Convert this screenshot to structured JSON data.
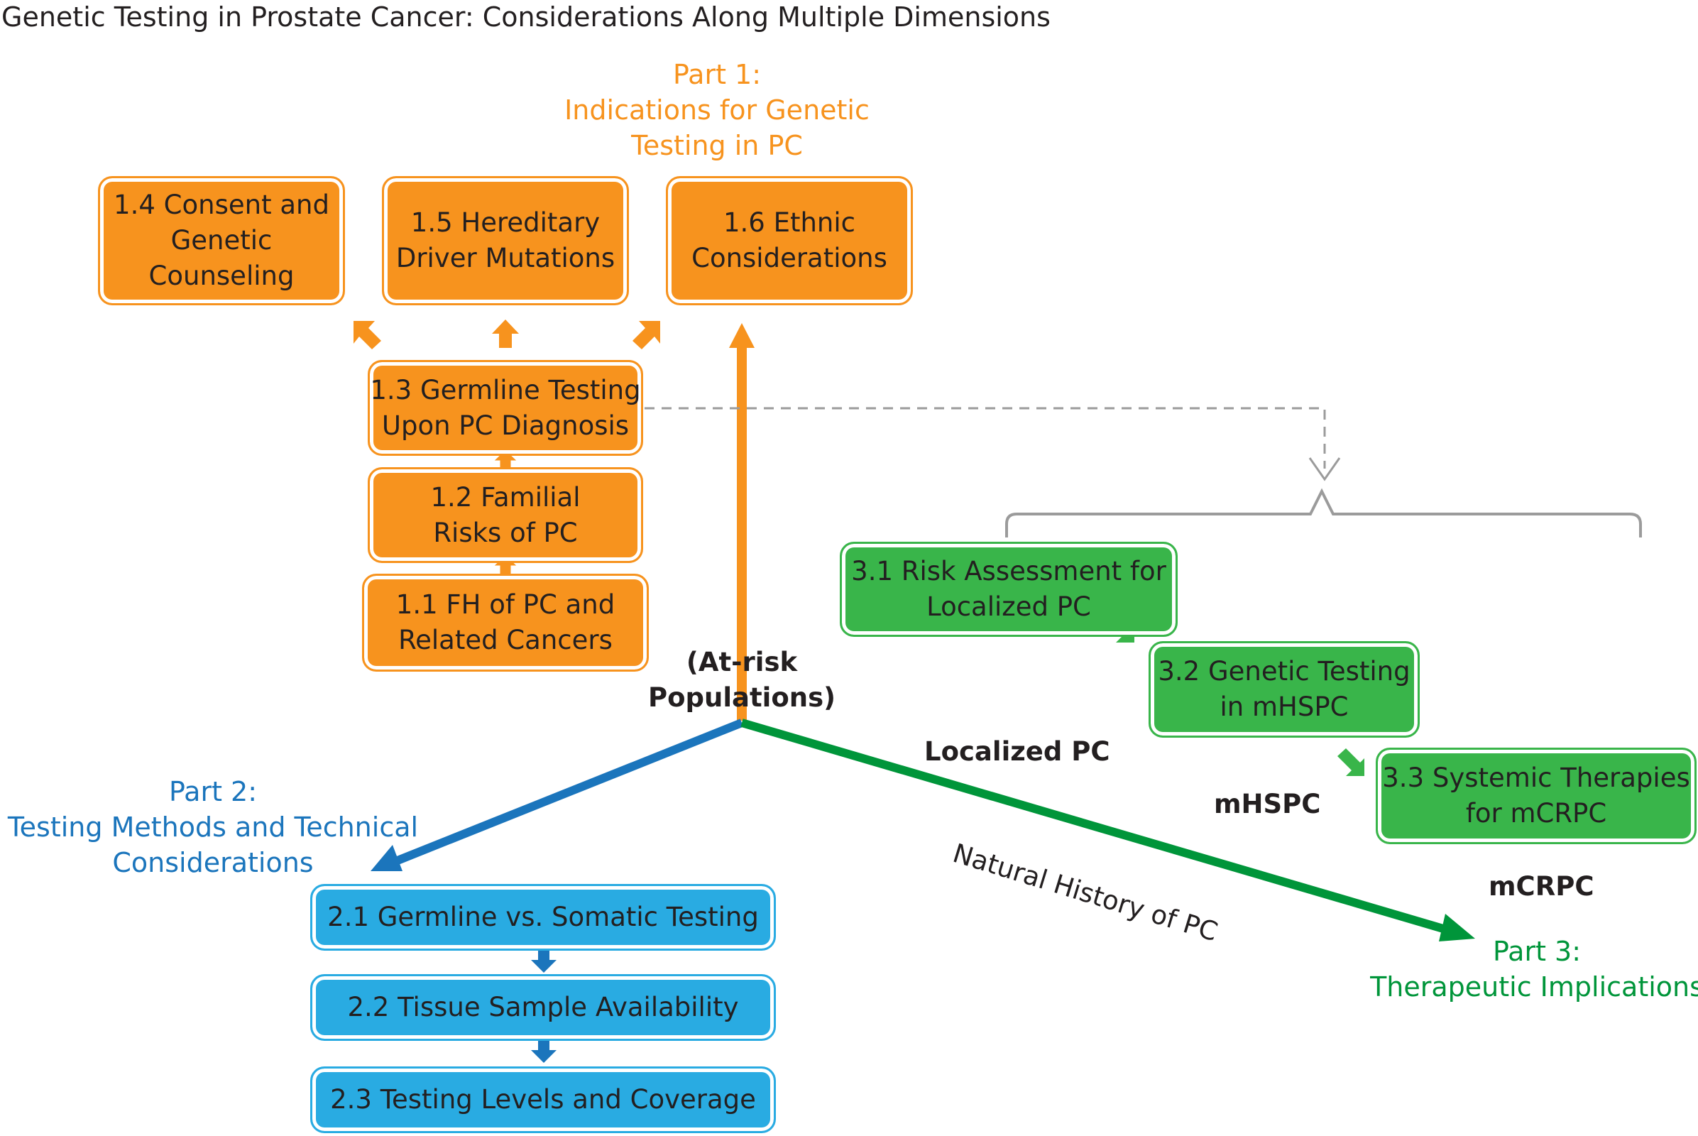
{
  "title": "Genetic Testing in Prostate Cancer: Considerations Along Multiple Dimensions",
  "colors": {
    "orange": "#f7931e",
    "green": "#39b54a",
    "green_dark": "#00953a",
    "blue": "#29abe2",
    "blue_dark": "#1b75bc",
    "gray": "#9b9b9b"
  },
  "part1": {
    "line1": "Part 1:",
    "line2": "Indications for Genetic",
    "line3": "Testing in PC"
  },
  "part2": {
    "line1": "Part 2:",
    "line2": "Testing Methods and Technical",
    "line3": "Considerations"
  },
  "part3": {
    "line1": "Part 3:",
    "line2": "Therapeutic Implications"
  },
  "boxes": {
    "b1_4": {
      "line1": "1.4 Consent and",
      "line2": "Genetic",
      "line3": "Counseling"
    },
    "b1_5": {
      "line1": "1.5 Hereditary",
      "line2": "Driver Mutations"
    },
    "b1_6": {
      "line1": "1.6 Ethnic",
      "line2": "Considerations"
    },
    "b1_3": {
      "line1": "1.3 Germline Testing",
      "line2": "Upon PC Diagnosis"
    },
    "b1_2": {
      "line1": "1.2 Familial",
      "line2": "Risks of PC"
    },
    "b1_1": {
      "line1": "1.1 FH of PC and",
      "line2": "Related Cancers"
    },
    "b3_1": {
      "line1": "3.1 Risk Assessment for",
      "line2": "Localized PC"
    },
    "b3_2": {
      "line1": "3.2 Genetic Testing",
      "line2": "in mHSPC"
    },
    "b3_3": {
      "line1": "3.3 Systemic Therapies",
      "line2": "for mCRPC"
    },
    "b2_1": {
      "line1": "2.1 Germline vs. Somatic Testing"
    },
    "b2_2": {
      "line1": "2.2 Tissue Sample Availability"
    },
    "b2_3": {
      "line1": "2.3 Testing Levels and Coverage"
    }
  },
  "labels": {
    "at_risk_1": "(At-risk",
    "at_risk_2": "Populations)",
    "localized": "Localized PC",
    "mhspc": "mHSPC",
    "mcrpc": "mCRPC",
    "natural_history": "Natural History of PC"
  }
}
